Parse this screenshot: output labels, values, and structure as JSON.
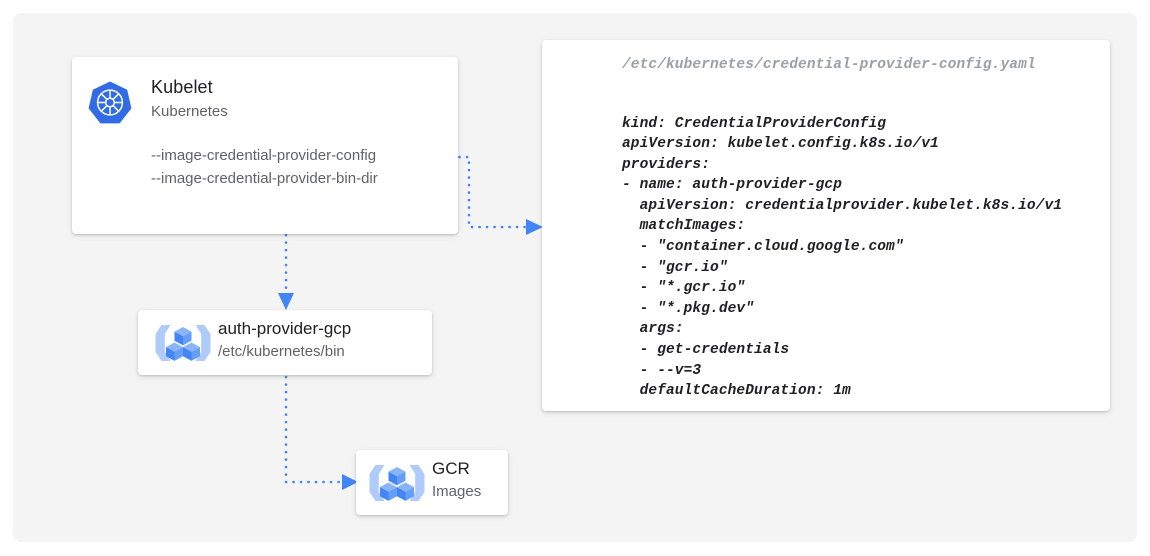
{
  "canvas": {
    "background": "#f4f4f4",
    "page_background": "#ffffff"
  },
  "colors": {
    "accent_blue": "#4285f4",
    "kubernetes_blue": "#326ce5",
    "icon_light_blue": "#a8c7fa",
    "text_primary": "#202124",
    "text_secondary": "#5f6368",
    "text_muted": "#9aa0a6",
    "card_background": "#ffffff"
  },
  "kubelet": {
    "icon": "kubernetes-helm-wheel-icon",
    "title": "Kubelet",
    "subtitle": "Kubernetes",
    "flags": [
      "--image-credential-provider-config",
      "--image-credential-provider-bin-dir"
    ]
  },
  "auth_provider": {
    "icon": "gcp-container-registry-icon",
    "title": "auth-provider-gcp",
    "subtitle": "/etc/kubernetes/bin"
  },
  "gcr": {
    "icon": "gcp-container-registry-icon",
    "title": "GCR",
    "subtitle": "Images"
  },
  "yaml": {
    "path": "/etc/kubernetes/credential-provider-config.yaml",
    "lines": [
      "kind: CredentialProviderConfig",
      "apiVersion: kubelet.config.k8s.io/v1",
      "providers:",
      "- name: auth-provider-gcp",
      "  apiVersion: credentialprovider.kubelet.k8s.io/v1",
      "  matchImages:",
      "  - \"container.cloud.google.com\"",
      "  - \"gcr.io\"",
      "  - \"*.gcr.io\"",
      "  - \"*.pkg.dev\"",
      "  args:",
      "  - get-credentials",
      "  - --v=3",
      "  defaultCacheDuration: 1m"
    ]
  },
  "connectors": [
    {
      "name": "kubelet-config-to-yaml",
      "from": "kubelet-flags",
      "to": "yaml-card",
      "style": "dotted-arrow"
    },
    {
      "name": "kubelet-to-auth-provider",
      "from": "kubelet-card",
      "to": "auth-provider-card",
      "style": "dotted-arrow"
    },
    {
      "name": "auth-provider-to-gcr",
      "from": "auth-provider-card",
      "to": "gcr-card",
      "style": "dotted-arrow"
    }
  ]
}
